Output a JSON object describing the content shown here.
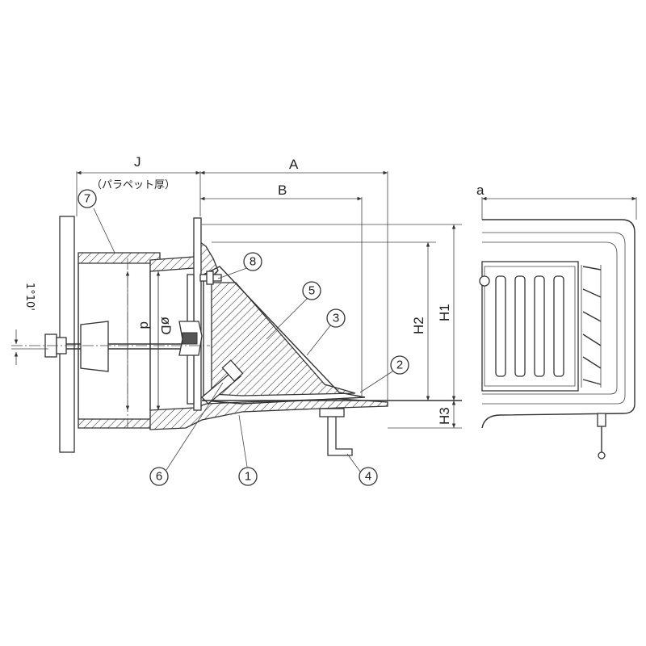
{
  "dimensions": {
    "J": "J",
    "J_note": "（パラペット厚）",
    "A": "A",
    "B": "B",
    "H1": "H1",
    "H2": "H2",
    "H3": "H3",
    "d": "d",
    "D": "øD",
    "a": "a",
    "angle": "1°10'"
  },
  "part_numbers": [
    "1",
    "2",
    "3",
    "4",
    "5",
    "6",
    "7",
    "8"
  ]
}
